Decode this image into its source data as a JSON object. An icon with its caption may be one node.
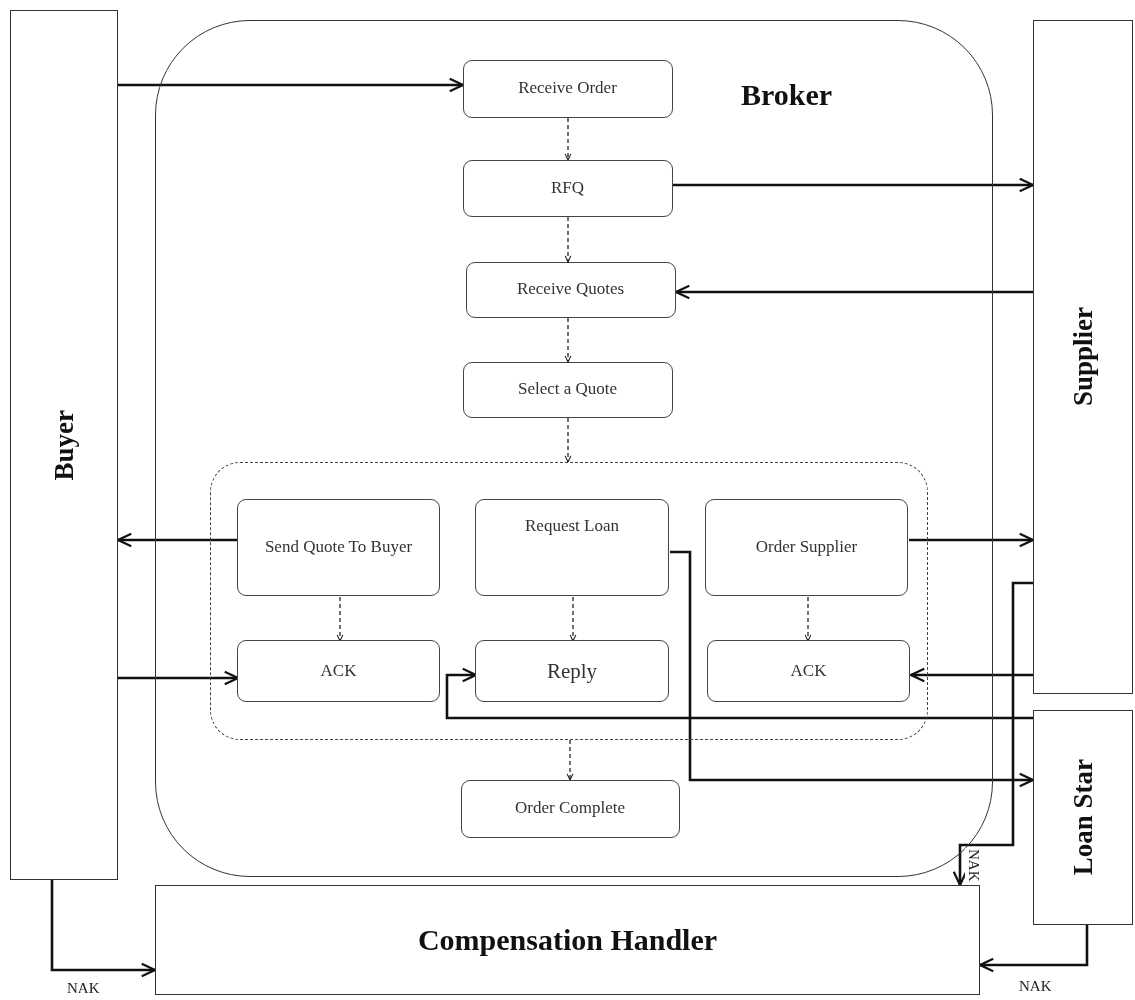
{
  "diagram": {
    "nodes": [
      {
        "text": [
          "Buyer"
        ]
      },
      {
        "text": [
          "Broker"
        ]
      },
      {
        "text": [
          "Receive Order"
        ],
        "in": 1
      },
      {
        "text": [
          "RFQ"
        ],
        "in": 1
      },
      {
        "text": [
          "Receive Quotes"
        ],
        "in": 1
      },
      {
        "text": [
          "Select a Quote"
        ],
        "in": 1
      },
      {
        "text": [],
        "shape": "box",
        "in": 1
      },
      {
        "text": [
          "Send Quote To Buyer"
        ],
        "in": 6
      },
      {
        "text": [
          "Request Loan"
        ],
        "in": 6
      },
      {
        "text": [
          "Order Supplier"
        ],
        "in": 6
      },
      {
        "text": [
          "ACK"
        ],
        "in": 6
      },
      {
        "text": [
          "Reply"
        ],
        "in": 6
      },
      {
        "text": [
          "ACK"
        ],
        "in": 6
      },
      {
        "text": [
          "Order Complete"
        ],
        "in": 1
      },
      {
        "text": [
          "Supplier"
        ]
      },
      {
        "text": [
          "Loan Star"
        ]
      },
      {
        "text": [
          "Compensation Handler"
        ]
      }
    ],
    "edges": [
      {
        "from": 0,
        "to": 2,
        "arrow": "to"
      },
      {
        "from": 2,
        "to": 3,
        "arrow": "to",
        "style": "dashed"
      },
      {
        "from": 3,
        "to": 14,
        "arrow": "to"
      },
      {
        "from": 3,
        "to": 4,
        "arrow": "to",
        "style": "dashed"
      },
      {
        "from": 14,
        "to": 4,
        "arrow": "to"
      },
      {
        "from": 4,
        "to": 5,
        "arrow": "to",
        "style": "dashed"
      },
      {
        "from": 5,
        "to": 6,
        "arrow": "to",
        "style": "dashed"
      },
      {
        "from": 7,
        "to": 0,
        "arrow": "to"
      },
      {
        "from": 8,
        "to": 15,
        "arrow": "to"
      },
      {
        "from": 9,
        "to": 14,
        "arrow": "to"
      },
      {
        "from": 7,
        "to": 10,
        "arrow": "to",
        "style": "dashed"
      },
      {
        "from": 8,
        "to": 11,
        "arrow": "to",
        "style": "dashed"
      },
      {
        "from": 9,
        "to": 12,
        "arrow": "to",
        "style": "dashed"
      },
      {
        "from": 0,
        "to": 10,
        "arrow": "to"
      },
      {
        "from": 15,
        "to": 11,
        "arrow": "to"
      },
      {
        "from": 14,
        "to": 12,
        "arrow": "to"
      },
      {
        "from": 6,
        "to": 13,
        "arrow": "to",
        "style": "dashed"
      },
      {
        "from": 14,
        "to": 16,
        "arrow": "to",
        "label": "NAK"
      },
      {
        "from": 0,
        "to": 16,
        "arrow": "to",
        "label": "NAK"
      },
      {
        "from": 15,
        "to": 16,
        "arrow": "to",
        "label": "NAK"
      }
    ]
  }
}
